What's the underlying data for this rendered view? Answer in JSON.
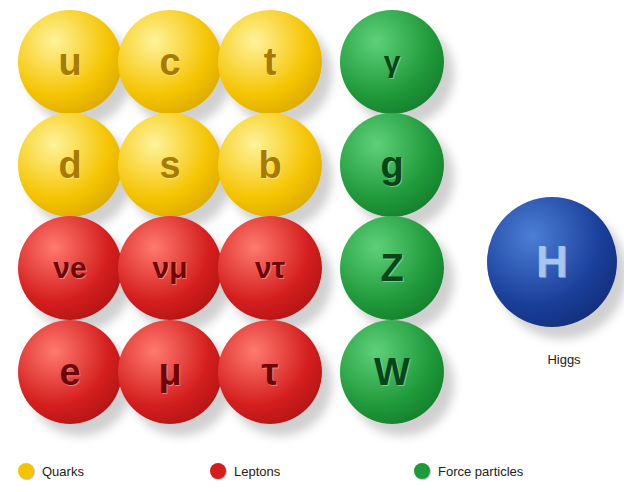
{
  "diagram": {
    "nodes": [
      {
        "text": [
          "u"
        ]
      },
      {
        "text": [
          "c"
        ]
      },
      {
        "text": [
          "t"
        ]
      },
      {
        "text": [
          "γ"
        ]
      },
      {
        "text": [
          "d"
        ]
      },
      {
        "text": [
          "s"
        ]
      },
      {
        "text": [
          "b"
        ]
      },
      {
        "text": [
          "g"
        ]
      },
      {
        "text": [
          "νe"
        ]
      },
      {
        "text": [
          "νμ"
        ]
      },
      {
        "text": [
          "ντ"
        ]
      },
      {
        "text": [
          "Z"
        ]
      },
      {
        "text": [
          "e"
        ]
      },
      {
        "text": [
          "μ"
        ]
      },
      {
        "text": [
          "τ"
        ]
      },
      {
        "text": [
          "W"
        ]
      },
      {
        "text": [
          "H",
          "Higgs"
        ]
      }
    ],
    "legend": [
      {
        "text": "Quarks",
        "color": "#f5c400"
      },
      {
        "text": "Leptons",
        "color": "#d41e1e"
      },
      {
        "text": "Force particles",
        "color": "#1f9a3a"
      }
    ]
  }
}
